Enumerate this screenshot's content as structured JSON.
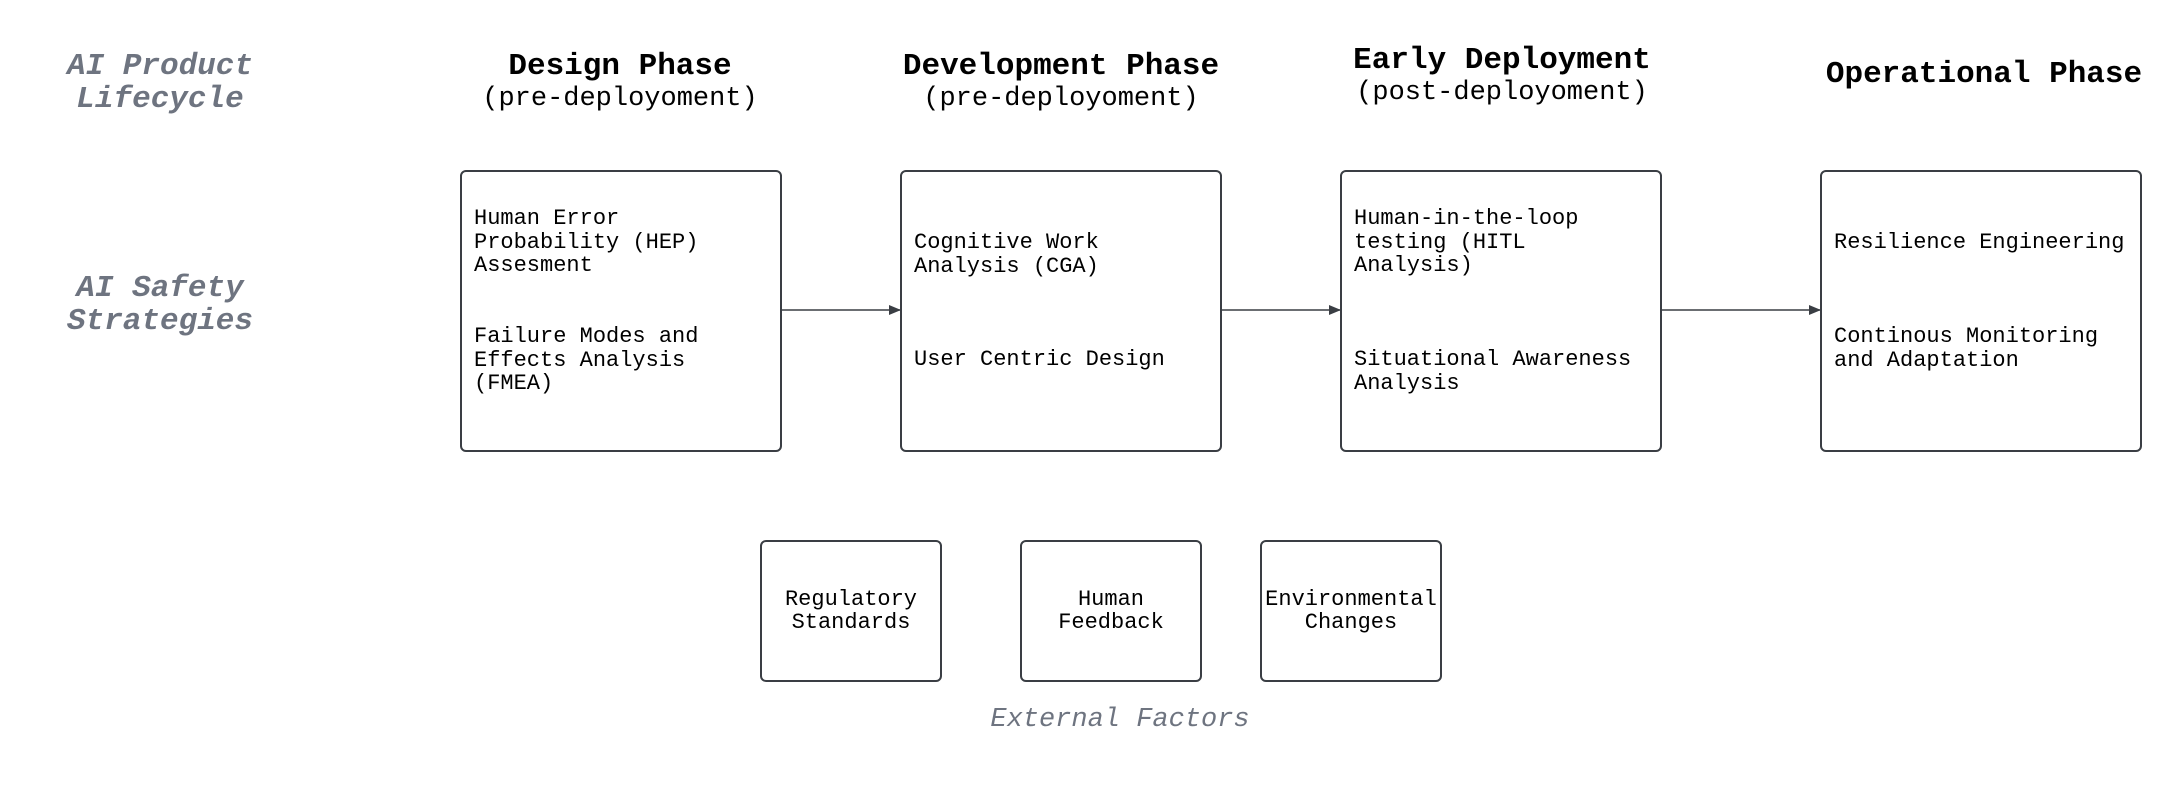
{
  "row_labels": {
    "lifecycle": [
      "AI Product",
      "Lifecycle"
    ],
    "strategies": [
      "AI Safety",
      "Strategies"
    ]
  },
  "phases": [
    {
      "title": "Design Phase",
      "subtitle": "(pre-deployoment)",
      "items": [
        "Human Error\nProbability (HEP)\nAssesment",
        "Failure Modes and\nEffects Analysis\n(FMEA)"
      ]
    },
    {
      "title": "Development Phase",
      "subtitle": "(pre-deployoment)",
      "items": [
        "Cognitive Work\nAnalysis (CGA)",
        "User Centric Design"
      ]
    },
    {
      "title": "Early Deployment",
      "subtitle": "(post-deployoment)",
      "items": [
        "Human-in-the-loop\ntesting (HITL\nAnalysis)",
        "Situational Awareness\nAnalysis"
      ]
    },
    {
      "title": "Operational Phase",
      "subtitle": "",
      "items": [
        "Resilience Engineering",
        "Continous Monitoring\nand Adaptation"
      ]
    }
  ],
  "external_factors": {
    "label": "External Factors",
    "items": [
      "Regulatory\nStandards",
      "Human\nFeedback",
      "Environmental\nChanges"
    ]
  },
  "colors": {
    "label_gray": "#6e7480",
    "border": "#3a3e44",
    "text": "#000000"
  }
}
